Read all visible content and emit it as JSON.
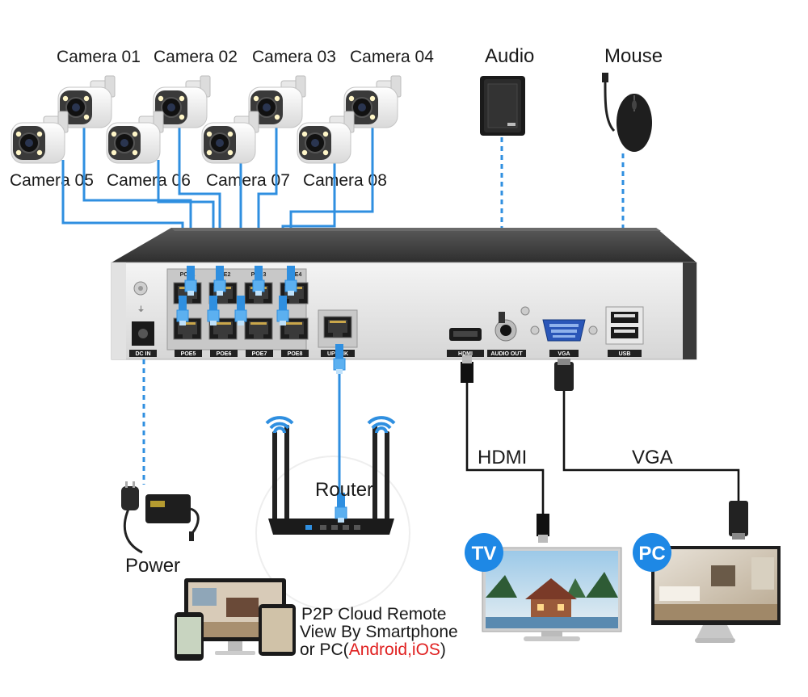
{
  "cameras": [
    {
      "label": "Camera 01"
    },
    {
      "label": "Camera 02"
    },
    {
      "label": "Camera 03"
    },
    {
      "label": "Camera 04"
    },
    {
      "label": "Camera 05"
    },
    {
      "label": "Camera 06"
    },
    {
      "label": "Camera 07"
    },
    {
      "label": "Camera 08"
    }
  ],
  "devices": {
    "audio": "Audio",
    "mouse": "Mouse",
    "router": "Router",
    "power": "Power",
    "hdmi": "HDMI",
    "vga": "VGA",
    "tv_badge": "TV",
    "pc_badge": "PC"
  },
  "remote": {
    "line1": "P2P Cloud Remote",
    "line2": "View By Smartphone",
    "line3_prefix": "or PC(",
    "line3_highlight": "Android,iOS",
    "line3_suffix": ")"
  },
  "nvr_ports": {
    "top_row": [
      "POE1",
      "POE2",
      "POE3",
      "POE4"
    ],
    "bottom_row": [
      "POE5",
      "POE6",
      "POE7",
      "POE8"
    ],
    "dc": "DC IN",
    "uplink": "UPLINK",
    "hdmi": "HDMI",
    "audio_out": "AUDIO OUT",
    "vga": "VGA",
    "usb": "USB"
  },
  "colors": {
    "wire": "#2f8fe0",
    "badge": "#1e88e5",
    "highlight": "#e02020"
  }
}
